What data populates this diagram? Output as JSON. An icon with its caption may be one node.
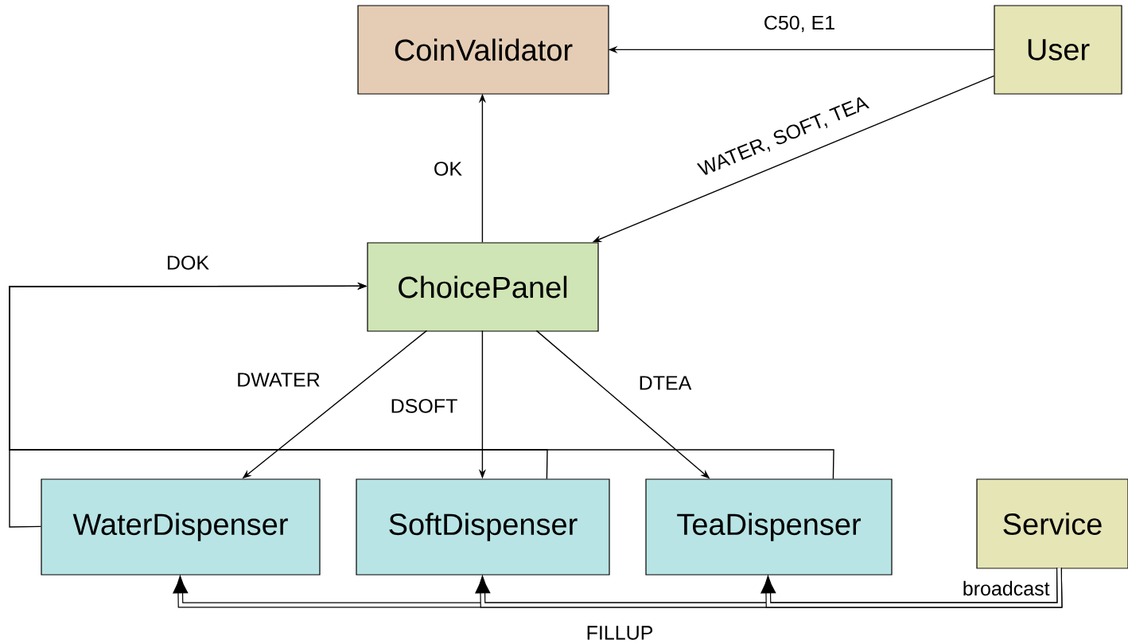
{
  "diagram": {
    "nodes": [
      {
        "text": [
          "CoinValidator"
        ]
      },
      {
        "text": [
          "User"
        ]
      },
      {
        "text": [
          "ChoicePanel"
        ]
      },
      {
        "text": [
          "WaterDispenser"
        ]
      },
      {
        "text": [
          "SoftDispenser"
        ]
      },
      {
        "text": [
          "TeaDispenser"
        ]
      },
      {
        "text": [
          "Service"
        ],
        "beside": [
          "broadcast"
        ]
      }
    ],
    "edges": [
      {
        "from": 1,
        "to": 0,
        "arrow": "to",
        "label": "C50, E1"
      },
      {
        "from": 2,
        "to": 0,
        "arrow": "to",
        "label": "OK"
      },
      {
        "from": 1,
        "to": 2,
        "arrow": "to",
        "label": "WATER, SOFT, TEA"
      },
      {
        "from": 2,
        "to": 3,
        "arrow": "to",
        "label": "DWATER"
      },
      {
        "from": 2,
        "to": 4,
        "arrow": "to",
        "label": "DSOFT"
      },
      {
        "from": 2,
        "to": 5,
        "arrow": "to",
        "label": "DTEA"
      },
      {
        "from": 3,
        "to": 2,
        "arrow": "to",
        "label": "DOK"
      },
      {
        "from": 4,
        "to": 2,
        "arrow": "to"
      },
      {
        "from": 5,
        "to": 2,
        "arrow": "to"
      },
      {
        "from": 6,
        "to": 3,
        "arrow": "to",
        "style": "thick",
        "label": "FILLUP"
      },
      {
        "from": 6,
        "to": 4,
        "arrow": "to",
        "style": "thick"
      },
      {
        "from": 6,
        "to": 5,
        "arrow": "to",
        "style": "thick"
      }
    ]
  }
}
